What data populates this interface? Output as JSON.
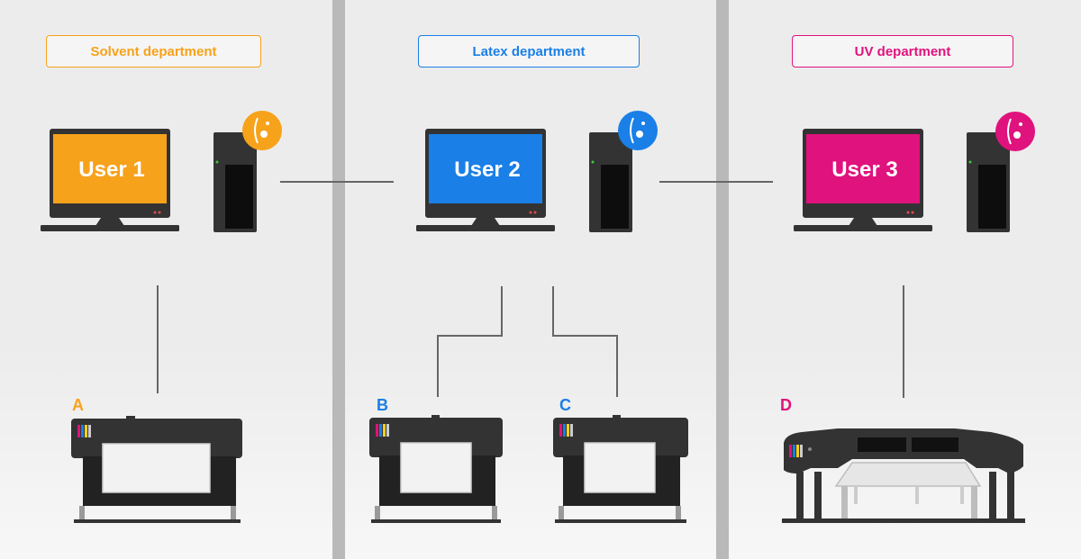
{
  "colors": {
    "solvent": "#f7a21b",
    "latex": "#1a7fe6",
    "uv": "#e0127d",
    "divider": "#b9b9b9",
    "device": "#333333",
    "line": "#666666"
  },
  "departments": [
    {
      "name": "Solvent department",
      "color": "#f7a21b"
    },
    {
      "name": "Latex department",
      "color": "#1a7fe6"
    },
    {
      "name": "UV department",
      "color": "#e0127d"
    }
  ],
  "users": [
    {
      "label": "User 1",
      "color": "#f7a21b"
    },
    {
      "label": "User 2",
      "color": "#1a7fe6"
    },
    {
      "label": "User 3",
      "color": "#e0127d"
    }
  ],
  "printers": [
    {
      "letter": "A",
      "color": "#f7a21b"
    },
    {
      "letter": "B",
      "color": "#1a7fe6"
    },
    {
      "letter": "C",
      "color": "#1a7fe6"
    },
    {
      "letter": "D",
      "color": "#e0127d"
    }
  ]
}
